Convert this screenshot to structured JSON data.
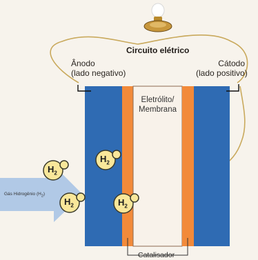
{
  "labels": {
    "circuit": "Circuito elétrico",
    "anode_line1": "Ânodo",
    "anode_line2": "(lado negativo)",
    "cathode_line1": "Cátodo",
    "cathode_line2": "(lado positivo)",
    "electrolyte_line1": "Eletrólito/",
    "electrolyte_line2": "Membrana",
    "gas": "Gás Hidrogênio (H",
    "gas_sub": "2",
    "gas_close": ")",
    "catalyst": "Catalisador",
    "molecule": "H",
    "molecule_sub": "2"
  },
  "colors": {
    "electrode_blue": "#2f6bb3",
    "catalyst_orange": "#f28a3a",
    "membrane": "#f8f2ea",
    "wire": "#c9a95c",
    "molecule_fill": "#f9e79a",
    "molecule_stroke": "#3a3a2a",
    "arrow": "#a9c4e6"
  },
  "icons": [
    "light-bulb-icon",
    "hydrogen-molecule-icon",
    "arrow-icon"
  ]
}
